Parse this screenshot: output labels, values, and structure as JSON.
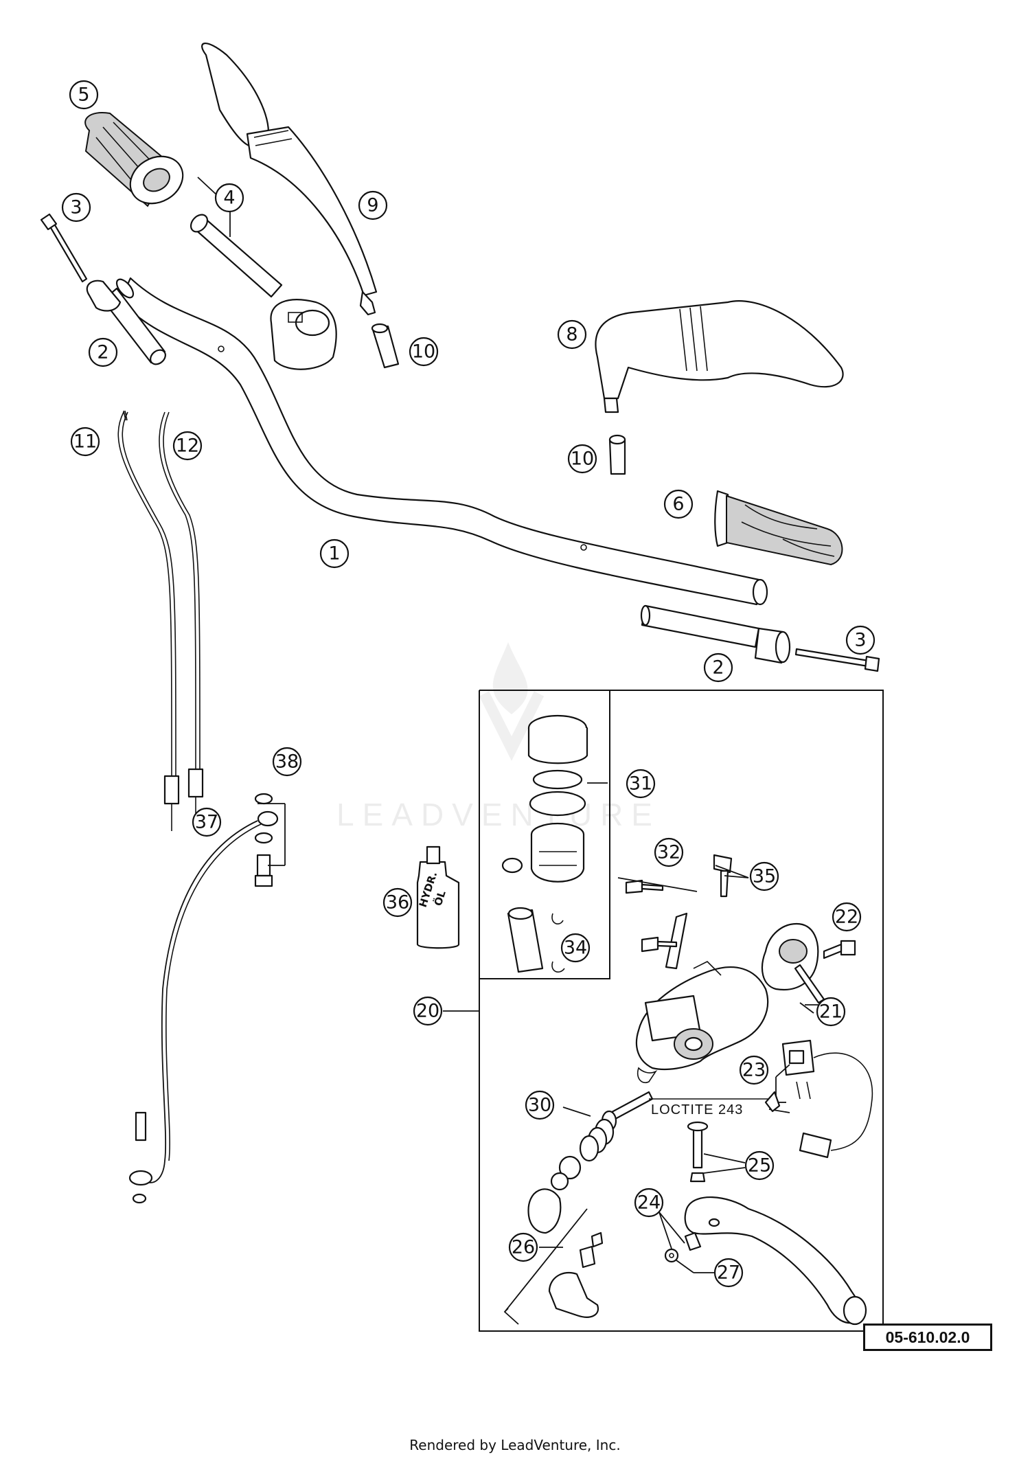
{
  "diagram": {
    "callouts": [
      {
        "id": "c5",
        "label": "5"
      },
      {
        "id": "c4",
        "label": "4"
      },
      {
        "id": "c9",
        "label": "9"
      },
      {
        "id": "c3a",
        "label": "3"
      },
      {
        "id": "c2a",
        "label": "2"
      },
      {
        "id": "c10a",
        "label": "10"
      },
      {
        "id": "c8",
        "label": "8"
      },
      {
        "id": "c11",
        "label": "11"
      },
      {
        "id": "c12",
        "label": "12"
      },
      {
        "id": "c10b",
        "label": "10"
      },
      {
        "id": "c6",
        "label": "6"
      },
      {
        "id": "c1",
        "label": "1"
      },
      {
        "id": "c3b",
        "label": "3"
      },
      {
        "id": "c2b",
        "label": "2"
      },
      {
        "id": "c38",
        "label": "38"
      },
      {
        "id": "c37",
        "label": "37"
      },
      {
        "id": "c31",
        "label": "31"
      },
      {
        "id": "c32",
        "label": "32"
      },
      {
        "id": "c35",
        "label": "35"
      },
      {
        "id": "c36",
        "label": "36"
      },
      {
        "id": "c22",
        "label": "22"
      },
      {
        "id": "c34",
        "label": "34"
      },
      {
        "id": "c20",
        "label": "20"
      },
      {
        "id": "c21",
        "label": "21"
      },
      {
        "id": "c23",
        "label": "23"
      },
      {
        "id": "c30",
        "label": "30"
      },
      {
        "id": "c25",
        "label": "25"
      },
      {
        "id": "c24",
        "label": "24"
      },
      {
        "id": "c26",
        "label": "26"
      },
      {
        "id": "c27",
        "label": "27"
      }
    ],
    "loctite_note": "LOCTITE 243",
    "bottle_label_line1": "HYDR.",
    "bottle_label_line2": "ÖL",
    "watermark": "LEADVENTURE",
    "diagram_code": "05-610.02.0",
    "footer_credit": "Rendered by LeadVenture, Inc."
  }
}
